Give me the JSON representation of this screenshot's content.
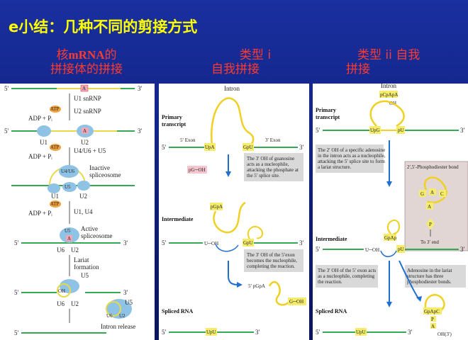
{
  "title": "e小结：几种不同的剪接方式",
  "headings": {
    "nuclear": {
      "prefix": "核",
      "bold": "mRNA",
      "suffix": "的",
      "line2": "拼接体的拼接"
    },
    "group1": {
      "line1": "类型 i",
      "line2": "自我拼接"
    },
    "group2": {
      "line1": "类型 ii 自我",
      "line2": "拼接"
    }
  },
  "panel1": {
    "prime5": "5'",
    "prime3": "3'",
    "A": "A",
    "atp": "ATP",
    "u1_snrnp": "U1 snRNP",
    "u2_snrnp": "U2 snRNP",
    "adp_pi": "ADP + Pᵢ",
    "u1": "U1",
    "u2": "U2",
    "u4u6_u5": "U4/U6 + U5",
    "u4u6": "U4/U6",
    "u5": "U5",
    "inactive_1": "Inactive",
    "inactive_2": "spliceosome",
    "u1_u4": "U1, U4",
    "active_1": "Active",
    "active_2": "spliceosome",
    "u6": "U6",
    "lariat_1": "Lariat",
    "lariat_2": "formation",
    "oh": "OH",
    "intron_release": "Intron release"
  },
  "panel2": {
    "intron": "Intron",
    "primary_1": "Primary",
    "primary_2": "transcript",
    "exon5": "5′ Exon",
    "exon3": "3′ Exon",
    "p5": "5′",
    "p3": "3′",
    "upa": "UpA",
    "gpu": "GpU",
    "pg_oh": "pG─OH",
    "pgpa": "pGpA",
    "note1": [
      "The 3′ OH of guanosine",
      "acts as a nucleophile,",
      "attacking the phosphate at",
      "the 5′ splice site."
    ],
    "intermediate": "Intermediate",
    "u_oh": "U─OH",
    "note2": [
      "The 3′ OH of the 5′exon",
      "becomes the nucleophile,",
      "completing the reaction."
    ],
    "pgpa2": "5′ pGpA",
    "g_oh": "G─OH",
    "spliced": "Spliced RNA",
    "upu": "UpU"
  },
  "panel3": {
    "intron": "Intron",
    "pcpapa": "pCpApA",
    "oh": "OH",
    "primary_1": "Primary",
    "primary_2": "transcript",
    "upg": "UpG",
    "pu": "pU",
    "p5": "5′",
    "p3": "3′",
    "note1": [
      "The 2′ OH of a specific adenosine",
      "in the intron acts as a nucleophile,",
      "attacking the 5′ splice site to form",
      "a lariat structure."
    ],
    "bond_label": "2′,5′-Phosphodiester bond",
    "to3end": "To 3′ end",
    "intermediate": "Intermediate",
    "gpap": "GpAp",
    "u_oh": "U─OH",
    "note2": [
      "The 3′ OH of the 5′ exon acts",
      "as a nucleophile, completing",
      "the reaction."
    ],
    "note3": [
      "Adenosine in the lariat",
      "structure has three",
      "phosphodiester bonds."
    ],
    "spliced": "Spliced RNA",
    "upu": "UpU",
    "gpapc": "GpApC",
    "oh3": "OH(3′)",
    "g": "G",
    "a": "A",
    "c": "C",
    "p": "P"
  }
}
